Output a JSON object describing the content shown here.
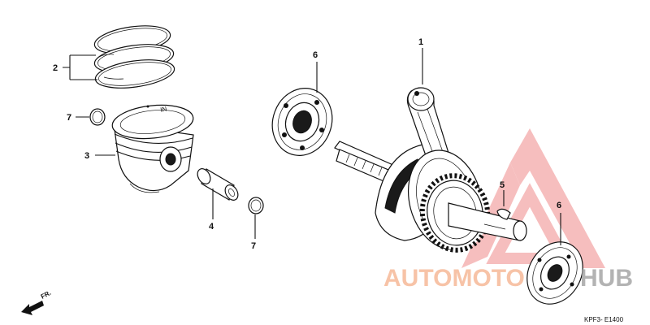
{
  "callouts": {
    "label_1": "1",
    "label_2": "2",
    "label_3": "3",
    "label_4": "4",
    "label_5": "5",
    "label_6_left": "6",
    "label_6_right": "6",
    "label_7_top": "7",
    "label_7_bottom": "7"
  },
  "front_marker": "FR.",
  "diagram_code": "KPF3- E1400",
  "piston_stamp": "IN",
  "watermark": {
    "text_left": "AUTOMOTO",
    "text_right": "HUB",
    "color_left": "#f5b08a",
    "color_right": "#9a9a9a",
    "logo_color": "#f08a8a"
  }
}
